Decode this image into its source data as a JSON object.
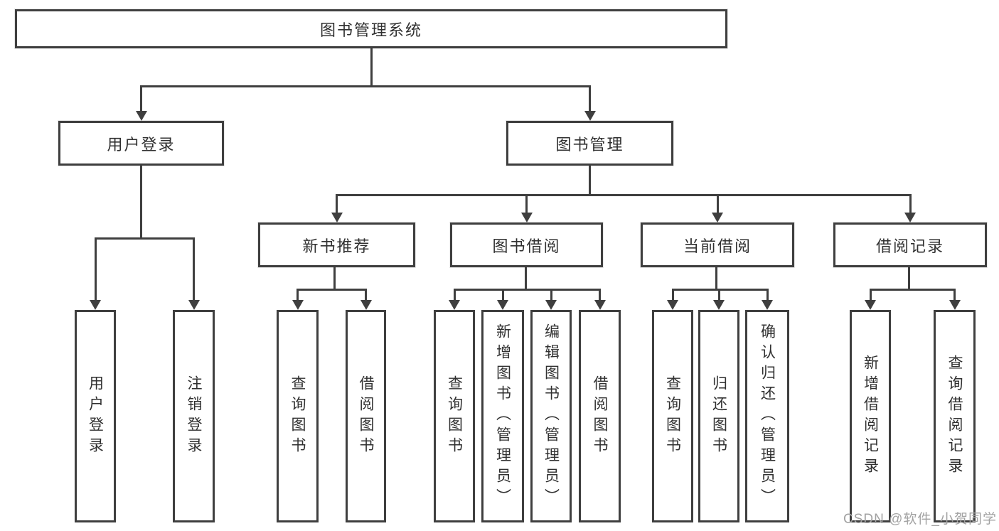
{
  "diagram": {
    "title_node": {
      "label": "图书管理系统"
    },
    "level2": [
      {
        "id": "user-login",
        "label": "用户登录"
      },
      {
        "id": "book-management",
        "label": "图书管理"
      }
    ],
    "level3": [
      {
        "id": "new-book-recommend",
        "label": "新书推荐",
        "parent": "图书管理"
      },
      {
        "id": "book-borrow",
        "label": "图书借阅",
        "parent": "图书管理"
      },
      {
        "id": "current-borrow",
        "label": "当前借阅",
        "parent": "图书管理"
      },
      {
        "id": "borrow-records",
        "label": "借阅记录",
        "parent": "图书管理"
      }
    ],
    "level4": [
      {
        "id": "leaf-user-login",
        "label": "用户登录",
        "parent": "用户登录"
      },
      {
        "id": "leaf-logout",
        "label": "注销登录",
        "parent": "用户登录"
      },
      {
        "id": "leaf-query-books-a",
        "label": "查询图书",
        "parent": "新书推荐"
      },
      {
        "id": "leaf-borrow-books-a",
        "label": "借阅图书",
        "parent": "新书推荐"
      },
      {
        "id": "leaf-query-books-b",
        "label": "查询图书",
        "parent": "图书借阅"
      },
      {
        "id": "leaf-add-books",
        "label": "新增图书（管理员）",
        "parent": "图书借阅"
      },
      {
        "id": "leaf-edit-books",
        "label": "编辑图书（管理员）",
        "parent": "图书借阅"
      },
      {
        "id": "leaf-borrow-books-b",
        "label": "借阅图书",
        "parent": "图书借阅"
      },
      {
        "id": "leaf-query-books-c",
        "label": "查询图书",
        "parent": "当前借阅"
      },
      {
        "id": "leaf-return-books",
        "label": "归还图书",
        "parent": "当前借阅"
      },
      {
        "id": "leaf-confirm-return",
        "label": "确认归还（管理员）",
        "parent": "当前借阅"
      },
      {
        "id": "leaf-add-borrow-record",
        "label": "新增借阅记录",
        "parent": "借阅记录"
      },
      {
        "id": "leaf-query-borrow-record",
        "label": "查询借阅记录",
        "parent": "借阅记录"
      }
    ]
  },
  "watermark": {
    "text": "CSDN @软件_小贺同学"
  },
  "colors": {
    "line": "#3f3f3f",
    "box_border": "#3f3f3f",
    "text": "#303030",
    "watermark": "#a2a2a2",
    "background": "#ffffff"
  }
}
